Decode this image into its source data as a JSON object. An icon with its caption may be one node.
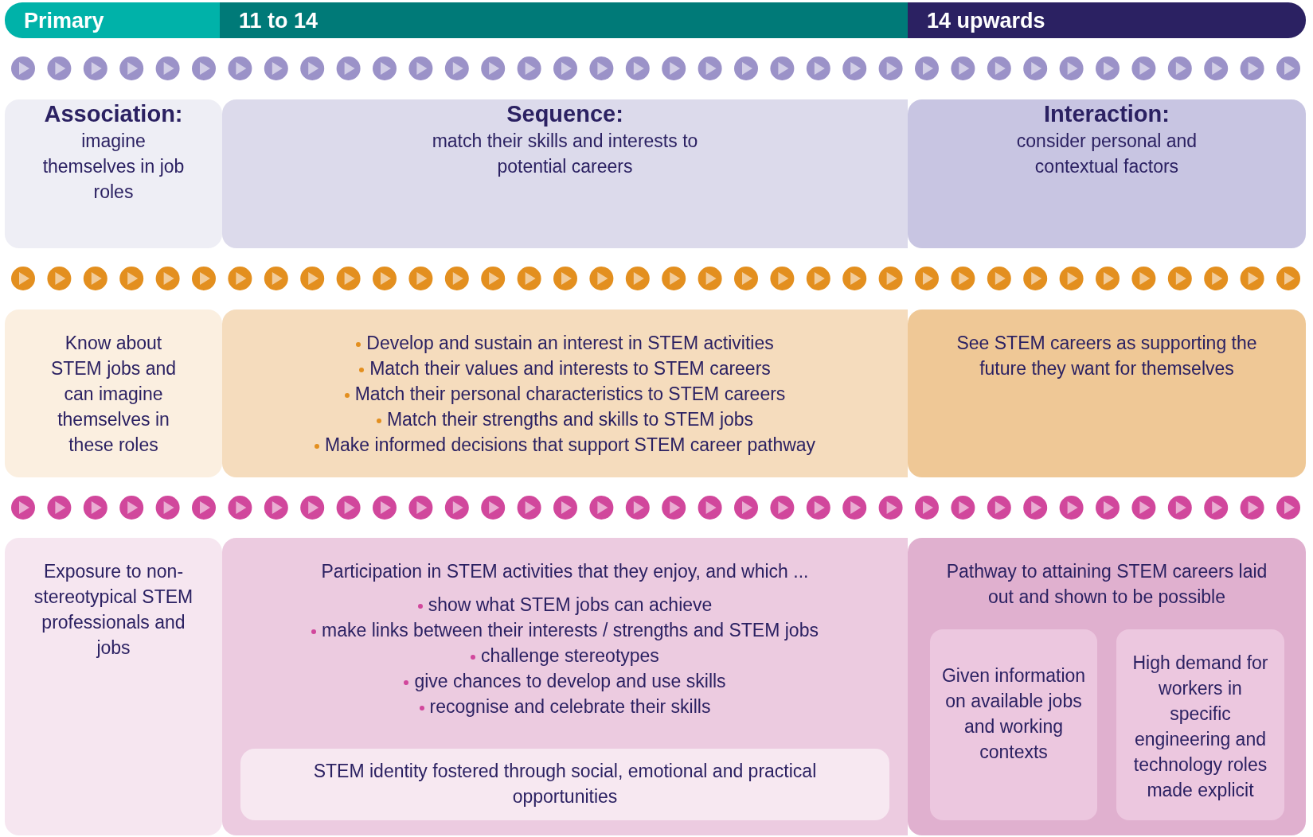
{
  "diagram": {
    "nodes": [
      {
        "text": [
          "Primary"
        ]
      },
      {
        "text": [
          "11 to 14"
        ]
      },
      {
        "text": [
          "14 upwards"
        ]
      },
      {
        "text": [
          "Association:",
          "imagine themselves in job roles"
        ]
      },
      {
        "text": [
          "Sequence:",
          "match their skills and interests to potential careers"
        ]
      },
      {
        "text": [
          "Interaction:",
          "consider personal and contextual factors"
        ]
      },
      {
        "text": [
          "Know about STEM jobs and can imagine themselves in these roles"
        ]
      },
      {
        "text": [
          "Develop and sustain an interest in STEM activities",
          "Match their values and interests to STEM careers",
          "Match their personal characteristics to STEM careers",
          "Match their strengths and skills to STEM jobs",
          "Make informed decisions that support STEM career pathway"
        ]
      },
      {
        "text": [
          "See STEM careers as supporting the future they want for themselves"
        ]
      },
      {
        "text": [
          "Exposure to non-stereotypical STEM professionals and jobs"
        ]
      },
      {
        "text": [
          "Participation in STEM activities that they enjoy, and which ...",
          "show what STEM jobs can achieve",
          "make links between their interests / strengths and STEM jobs",
          "challenge stereotypes",
          "give chances to develop and use skills",
          "recognise and celebrate their skills"
        ]
      },
      {
        "text": [
          "STEM identity fostered through social, emotional and practical opportunities"
        ],
        "in": 10
      },
      {
        "text": [
          "Pathway to attaining STEM careers laid out and shown to be possible"
        ]
      },
      {
        "text": [
          "Given information on available jobs and working contexts"
        ],
        "in": 12
      },
      {
        "text": [
          "High demand for workers in specific engineering and technology roles made explicit"
        ],
        "in": 12
      }
    ],
    "edges": []
  }
}
